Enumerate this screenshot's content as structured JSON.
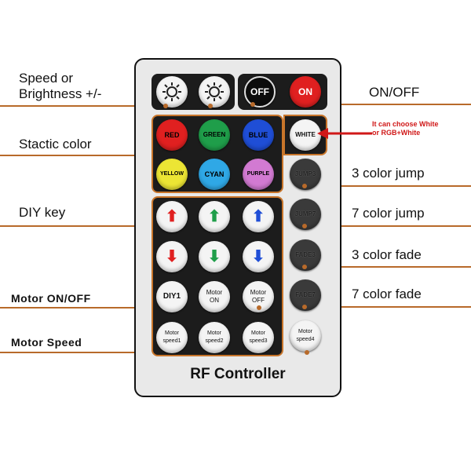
{
  "labels": {
    "speed": "Speed  or",
    "brightness": "Brightness +/-",
    "static": "Stactic color",
    "diy": "DIY key",
    "motor_onoff": "Motor  ON/OFF",
    "motor_speed": "Motor  Speed",
    "onoff": "ON/OFF",
    "jump3": "3 color jump",
    "jump7": "7 color jump",
    "fade3": "3 color fade",
    "fade7": "7 color fade",
    "note_line1": "It can choose White",
    "note_line2": "or RGB+White"
  },
  "remote": {
    "title": "RF Controller",
    "buttons": {
      "off": "OFF",
      "on": "ON",
      "red": "RED",
      "green": "GREEN",
      "blue": "BLUE",
      "white": "WHITE",
      "yellow": "YELLOW",
      "cyan": "CYAN",
      "purple": "PURPLE",
      "jump3": "JUMP3",
      "jump7": "JUMP7",
      "fade3": "FADE3",
      "fade7": "FADE7",
      "diy1": "DIY1",
      "motor_on": "Motor ON",
      "motor_off": "Motor OFF",
      "speed1": "Motor speed1",
      "speed2": "Motor speed2",
      "speed3": "Motor speed3",
      "speed4": "Motor speed4"
    }
  },
  "colors": {
    "accent_line": "#b86a2a",
    "note": "#d01818",
    "red": "#e02020",
    "green": "#1f9e4a",
    "blue": "#1f4ed6",
    "yellow": "#ece534",
    "cyan": "#2fa8e6",
    "purple": "#d27ad2"
  },
  "icons": {
    "brightness": "sun-gear-icon",
    "arrows": [
      "arrow-up-icon",
      "arrow-down-icon"
    ]
  }
}
